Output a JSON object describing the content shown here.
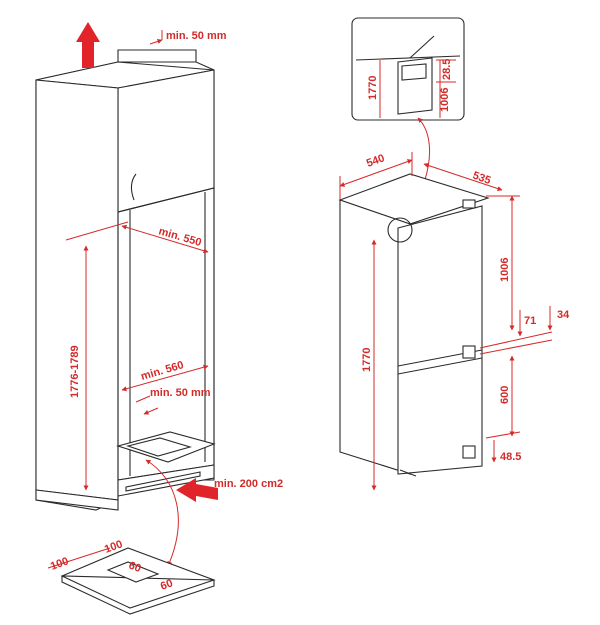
{
  "colors": {
    "dimension": "#d42a2a",
    "line": "#2b2b2b",
    "background": "#ffffff"
  },
  "left": {
    "top_gap": "min. 50 mm",
    "depth_top": "min. 550",
    "niche_height": "1776-1789",
    "depth_bottom": "min. 560",
    "bottom_gap": "min. 50 mm",
    "vent_area": "min. 200 cm2",
    "plinth_a": "100",
    "plinth_b": "100",
    "plinth_c": "60",
    "plinth_d": "60"
  },
  "right": {
    "width": "540",
    "depth": "535",
    "height": "1770",
    "upper_door": "1006",
    "gap_71": "71",
    "gap_34": "34",
    "lower_door": "600",
    "bottom_offset": "48.5",
    "detail_1770": "1770",
    "detail_1006": "1006",
    "detail_28_5": "28.5"
  }
}
